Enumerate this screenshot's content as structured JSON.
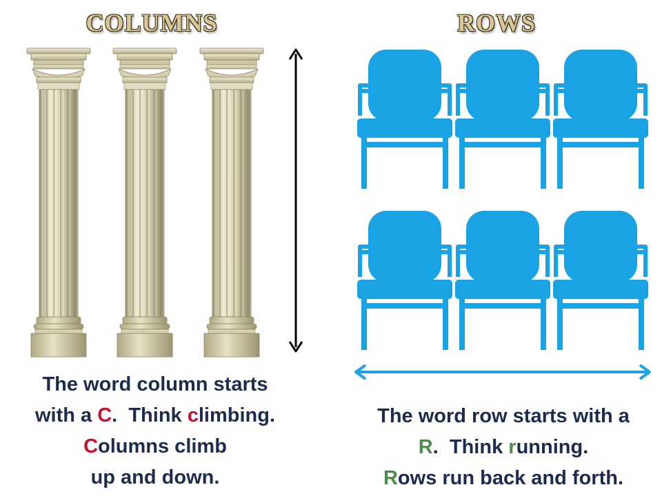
{
  "columns": {
    "heading": "COLUMNS",
    "caption": {
      "line1": "The word column starts",
      "line2_pre": "with a ",
      "line2_letter": "C",
      "line2_mid": ".  Think ",
      "line2_hl": "c",
      "line2_post": "limbing.",
      "line3_hl": "C",
      "line3_post": "olumns climb",
      "line4": "up and down."
    },
    "highlight_color": "#c8102e"
  },
  "rows": {
    "heading": "ROWS",
    "caption": {
      "line1": "The word row starts with a",
      "line2_letter": "R",
      "line2_mid": ".  Think ",
      "line2_hl": "r",
      "line2_post": "unning.",
      "line3_hl": "R",
      "line3_post": "ows run back and forth."
    },
    "highlight_color": "#4f8a4f"
  },
  "icons": {
    "pillar": "greek-column-icon",
    "chair": "chair-icon",
    "vertical_arrow": "double-arrow-vertical-icon",
    "horizontal_arrow": "double-arrow-horizontal-icon"
  },
  "colors": {
    "pillar": "#d9d3b4",
    "chair": "#1aa3e4",
    "text": "#1d2c4c",
    "vertical_arrow": "#000000"
  }
}
